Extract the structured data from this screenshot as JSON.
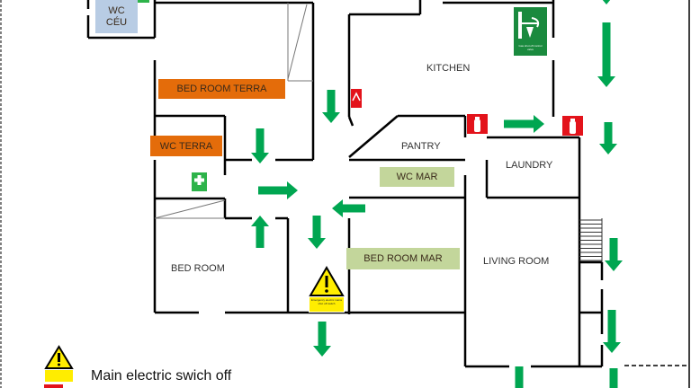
{
  "rooms": {
    "wc_ceu": "WC\nCÉU",
    "bedroom_terra": "BED ROOM  TERRA",
    "wc_terra": "WC TERRA",
    "bedroom": "BED ROOM",
    "kitchen": "KITCHEN",
    "pantry": "PANTRY",
    "wc_mar": "WC MAR",
    "laundry": "LAUNDRY",
    "bedroom_mar": "BED ROOM MAR",
    "living_room": "LIVING ROOM"
  },
  "signs": {
    "gas_valve": "Gas shut off control valve",
    "electric_switch": "Emergency electric mains shut off switch"
  },
  "legend": {
    "electric_label": "Main electric swich off"
  },
  "colors": {
    "wall": "#000000",
    "arrow": "#00a651",
    "bedroom_terra_tag": "#e46c0a",
    "wc_terra_tag": "#e46c0a",
    "wc_ceu_tag": "#b8cce4",
    "mar_tag": "#c3d69b",
    "fire_red": "#e3131b",
    "warning_yellow": "#ffed00"
  }
}
